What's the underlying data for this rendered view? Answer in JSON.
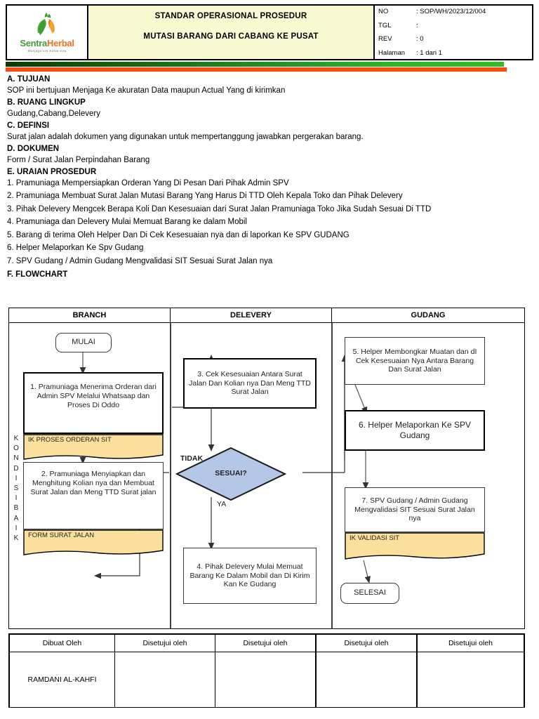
{
  "header": {
    "logo": {
      "name_green": "Sentra",
      "name_orange": "Herbal",
      "tagline": "Menjaga Arti Sehat Kita",
      "icon": "leaf-flame-logo"
    },
    "title_line1": "STANDAR OPERASIONAL PROSEDUR",
    "title_line2": "MUTASI BARANG DARI CABANG KE PUSAT",
    "meta": [
      {
        "key": "NO",
        "value": ": SOP/WH/2023/12/004"
      },
      {
        "key": "TGL",
        "value": ":"
      },
      {
        "key": "REV",
        "value": ": 0"
      },
      {
        "key": "Halaman",
        "value": ": 1 dari 1"
      }
    ]
  },
  "colors": {
    "header_title_bg": "#FAFAD2",
    "bar_green_dark": "#0A3A06",
    "bar_green_light": "#2FBF24",
    "bar_orange": "#FA4B16",
    "doc_shape_yellow": "#FBDF9D",
    "decision_blue": "#B4C7E7",
    "logo_green": "#3F9C35",
    "logo_orange": "#F07019"
  },
  "sections": {
    "a": {
      "heading": "A. TUJUAN",
      "text": "SOP ini bertujuan Menjaga Ke akuratan Data maupun Actual Yang di kirimkan"
    },
    "b": {
      "heading": "B. RUANG LINGKUP",
      "text": "Gudang,Cabang,Delevery"
    },
    "c": {
      "heading": "C. DEFINSI",
      "text": "Surat jalan adalah dokumen yang digunakan untuk mempertanggung jawabkan pergerakan barang."
    },
    "d": {
      "heading": "D. DOKUMEN",
      "text": "Form / Surat Jalan Perpindahan Barang"
    },
    "e": {
      "heading": "E. URAIAN PROSEDUR",
      "steps": [
        "1. Pramuniaga Mempersiapkan Orderan Yang Di Pesan Dari Pihak Admin SPV",
        "2. Pramuniaga Membuat Surat Jalan Mutasi Barang Yang Harus Di TTD Oleh Kepala Toko dan Pihak Delevery",
        "3. Pihak Delevery Mengcek Berapa Koli Dan Kesesuaian dari Surat Jalan Pramuniaga Toko Jika Sudah Sesuai Di TTD",
        "4. Pramuniaga dan Delevery Mulai Memuat Barang ke dalam Mobil",
        "5. Barang di terima Oleh Helper Dan Di Cek Kesesuaian nya  dan di laporkan Ke SPV GUDANG",
        "6. Helper Melaporkan Ke Spv Gudang",
        "7.  SPV Gudang / Admin Gudang Mengvalidasi SIT Sesuai Surat Jalan nya"
      ]
    },
    "f": {
      "heading": "F. FLOWCHART"
    }
  },
  "flowchart": {
    "columns": [
      "BRANCH",
      "DELEVERY",
      "GUDANG"
    ],
    "side_label": "KONDISIBAIK",
    "nodes": {
      "start": "MULAI",
      "step1": "1. Pramuniaga Menerima Orderan dari Admin SPV Melalui Whatsaap dan Proses Di Oddo",
      "doc1": "IK PROSES ORDERAN SIT",
      "step2": "2. Pramuniaga Menyiapkan dan Menghitung Kolian nya dan Membuat Surat Jalan dan Meng TTD Surat jalan",
      "doc2": "FORM SURAT JALAN",
      "step3": "3. Cek Kesesuaian Antara Surat Jalan Dan Kolian nya Dan Meng TTD Surat Jalan",
      "decision": "SESUAI?",
      "branch_no": "TIDAK",
      "branch_yes": "YA",
      "step4": "4. Pihak Delevery Mulai Memuat Barang Ke Dalam Mobil dan Di Kirim Kan Ke Gudang",
      "step5": "5. Helper Membongkar Muatan dan dI Cek Kesesuaian Nya Antara Barang Dan Surat Jalan",
      "step6": "6. Helper Melaporkan Ke SPV Gudang",
      "step7": "7.  SPV Gudang / Admin Gudang Mengvalidasi SIT Sesuai Surat Jalan nya",
      "doc3": "IK VALIDASI SIT",
      "end": "SELESAI"
    }
  },
  "signature_table": {
    "headers": [
      "Dibuat Oleh",
      "Disetujui oleh",
      "Disetujui oleh",
      "Disetujui oleh",
      "Disetujui oleh"
    ],
    "values": [
      "RAMDANI AL-KAHFI",
      "",
      "",
      "",
      ""
    ]
  }
}
